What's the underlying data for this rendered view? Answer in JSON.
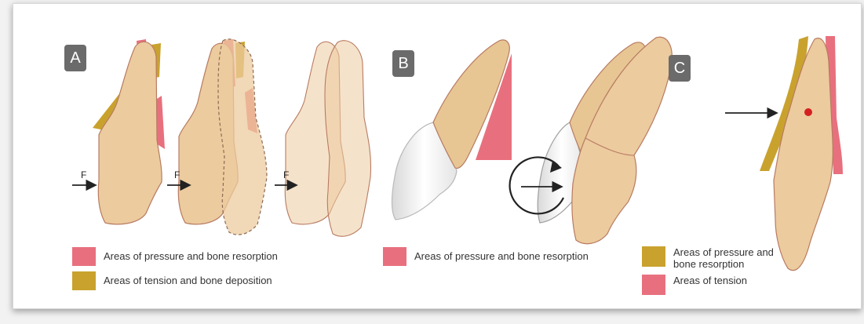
{
  "colors": {
    "pressure": "#e8707e",
    "tension": "#c9a22e",
    "tooth": "#eccb9e",
    "tooth_stroke": "#b87b62",
    "crown": "#f3f3f3",
    "label_bg": "#6b6b6b",
    "center_dot": "#d42020"
  },
  "panels": {
    "a": {
      "label": "A",
      "force_label": "F",
      "legend": [
        {
          "text": "Areas of pressure and bone resorption",
          "type": "pressure"
        },
        {
          "text": "Areas of tension and bone deposition",
          "type": "tension"
        }
      ]
    },
    "b": {
      "label": "B",
      "legend": [
        {
          "text": "Areas of pressure and bone resorption",
          "type": "pressure"
        }
      ]
    },
    "c": {
      "label": "C",
      "legend": [
        {
          "text": "Areas of pressure and bone resorption",
          "type": "tension"
        },
        {
          "text": "Areas of tension",
          "type": "pressure"
        }
      ]
    }
  }
}
